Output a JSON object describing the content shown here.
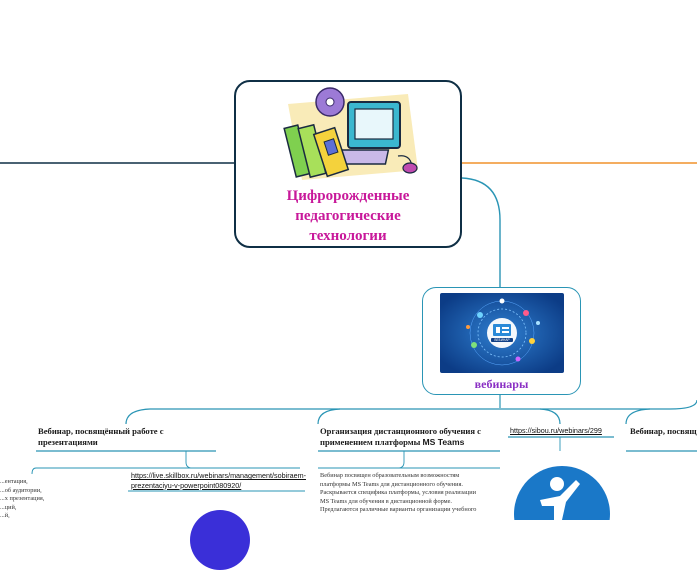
{
  "root": {
    "title": "Цифророжденные\nпедагогические\nтехнологии",
    "icon": "computer-books-cd-clipart"
  },
  "webinars": {
    "label": "вебинары",
    "image_caption": "ВЕБИНАР"
  },
  "topics": {
    "t1": {
      "title": "Вебинар, посвящённый работе с презентациями",
      "notes": [
        "...ентация,",
        "...об аудитории,",
        "...х презентация,",
        "...ций,",
        "...й,"
      ]
    },
    "t1_link": "https://live.skillbox.ru/webinars/management/sobiraem-prezentaciyu-v-powerpoint080920/",
    "t2": {
      "title_prefix": "Организация дистанционного обучения с применением платформы ",
      "title_bold": "MS Teams",
      "desc_lines": [
        "Вебинар посвящен образовательным возможностям",
        "платформы MS Teams для дистанционного обучения.",
        "Раскрывается специфика платформы, условия реализации",
        "MS Teams для обучения в дистанционной форме.",
        "Предлагаются различные варианты организации учебного"
      ]
    },
    "t3_link": "https://sibou.ru/webinars/299",
    "t4": {
      "title": "Вебинар, посвящ... наставничеству"
    }
  },
  "colors": {
    "root_border": "#0f2f45",
    "root_title": "#c8189a",
    "webinar_label": "#8a2fc4",
    "connector_teal": "#2a95b5",
    "connector_orange": "#f0922b",
    "connector_navy": "#0f2f45"
  }
}
